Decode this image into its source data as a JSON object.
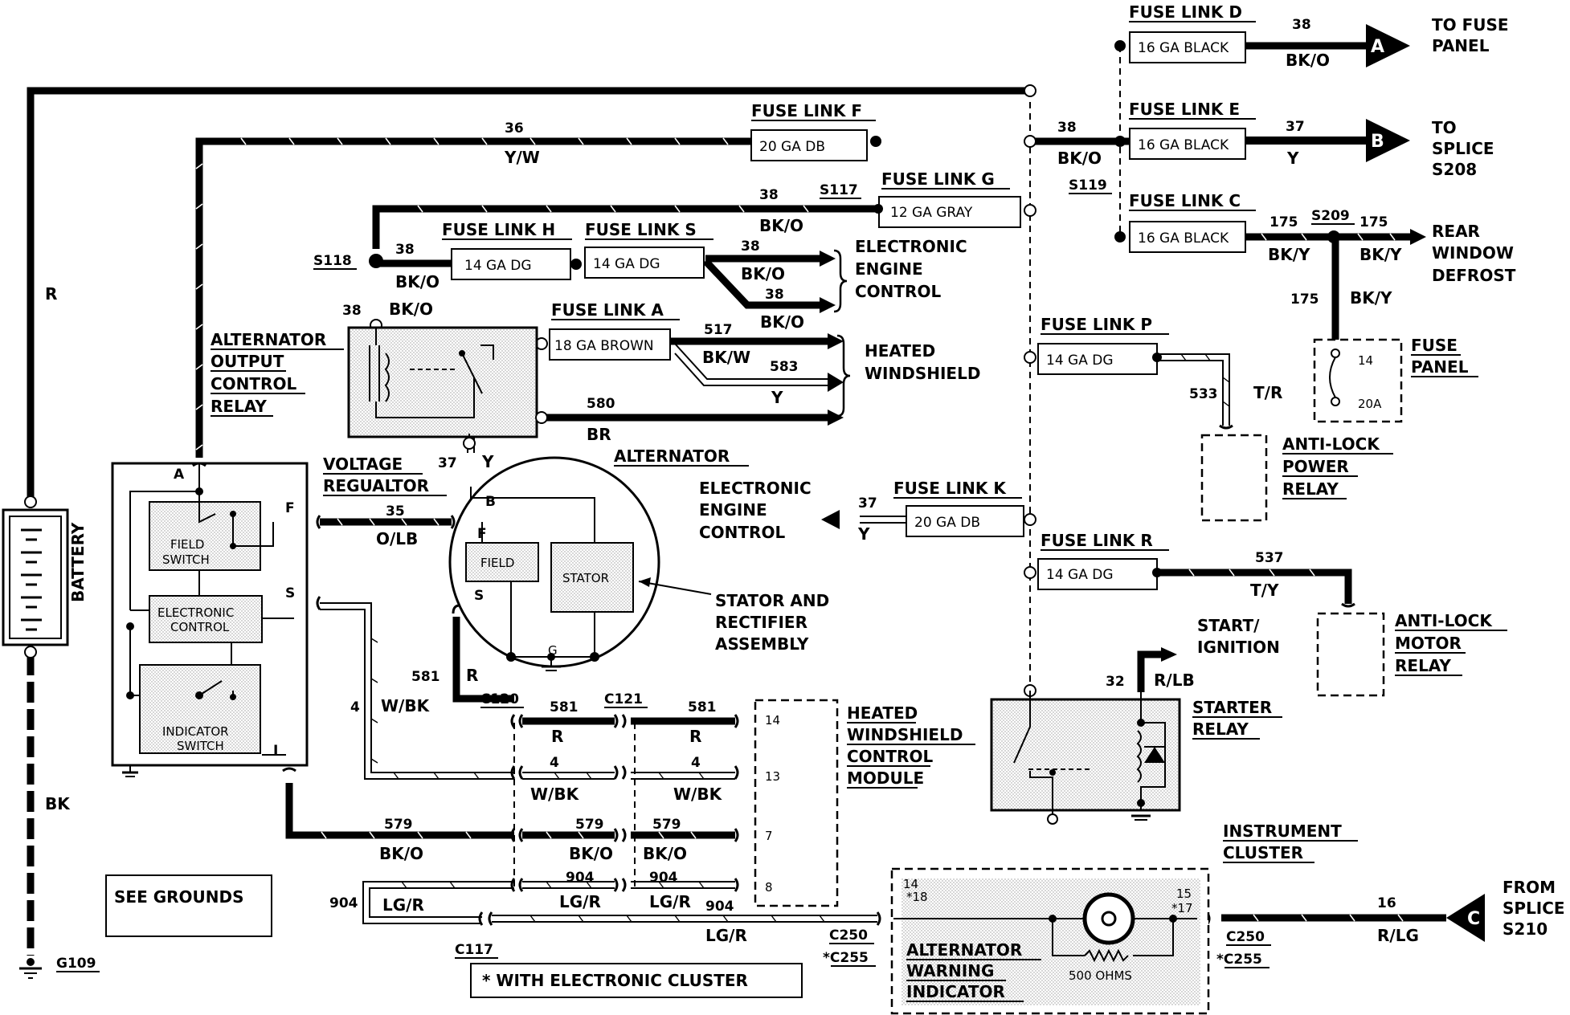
{
  "fuse_links": {
    "d": {
      "title": "FUSE LINK D",
      "rating": "16 GA BLACK"
    },
    "e": {
      "title": "FUSE LINK E",
      "rating": "16 GA BLACK"
    },
    "c": {
      "title": "FUSE LINK C",
      "rating": "16 GA BLACK"
    },
    "f": {
      "title": "FUSE LINK F",
      "rating": "20 GA DB"
    },
    "g": {
      "title": "FUSE LINK G",
      "rating": "12 GA GRAY"
    },
    "h": {
      "title": "FUSE LINK H",
      "rating": "14 GA DG"
    },
    "s": {
      "title": "FUSE LINK S",
      "rating": "14 GA DG"
    },
    "a": {
      "title": "FUSE LINK A",
      "rating": "18 GA BROWN"
    },
    "p": {
      "title": "FUSE LINK P",
      "rating": "14 GA DG"
    },
    "k": {
      "title": "FUSE LINK K",
      "rating": "20 GA DB"
    },
    "r": {
      "title": "FUSE LINK R",
      "rating": "14 GA DG"
    }
  },
  "connectors": {
    "a": {
      "letter": "A",
      "dest": [
        "TO FUSE",
        "PANEL"
      ]
    },
    "b": {
      "letter": "B",
      "dest": [
        "TO",
        "SPLICE",
        "S208"
      ]
    },
    "c": {
      "letter": "C",
      "dest": [
        "FROM",
        "SPLICE",
        "S210"
      ]
    }
  },
  "splices": [
    "S117",
    "S118",
    "S119",
    "S209"
  ],
  "components": {
    "battery": "BATTERY",
    "alt_relay": [
      "ALTERNATOR",
      "OUTPUT",
      "CONTROL",
      "RELAY"
    ],
    "voltage_regulator": [
      "VOLTAGE",
      "REGUALTOR"
    ],
    "field_switch": [
      "FIELD",
      "SWITCH"
    ],
    "electronic_control": [
      "ELECTRONIC",
      "CONTROL"
    ],
    "indicator_switch": [
      "INDICATOR",
      "SWITCH"
    ],
    "alternator": "ALTERNATOR",
    "field": "FIELD",
    "stator": "STATOR",
    "stator_rectifier": [
      "STATOR AND",
      "RECTIFIER",
      "ASSEMBLY"
    ],
    "eec_top": [
      "ELECTRONIC",
      "ENGINE",
      "CONTROL"
    ],
    "eec_mid": [
      "ELECTRONIC",
      "ENGINE",
      "CONTROL"
    ],
    "heated_windshield": [
      "HEATED",
      "WINDSHIELD"
    ],
    "hw_module": [
      "HEATED",
      "WINDSHIELD",
      "CONTROL",
      "MODULE"
    ],
    "rear_defrost": [
      "REAR",
      "WINDOW",
      "DEFROST"
    ],
    "fuse_panel": [
      "FUSE",
      "PANEL"
    ],
    "fuse_14": "14",
    "fuse_20a": "20A",
    "abs_power": [
      "ANTI-LOCK",
      "POWER",
      "RELAY"
    ],
    "abs_motor": [
      "ANTI-LOCK",
      "MOTOR",
      "RELAY"
    ],
    "start_ignition": [
      "START/",
      "IGNITION"
    ],
    "starter_relay": [
      "STARTER",
      "RELAY"
    ],
    "instrument_cluster": [
      "INSTRUMENT",
      "CLUSTER"
    ],
    "warning_indicator": [
      "ALTERNATOR",
      "WARNING",
      "INDICATOR"
    ],
    "resistor": "500 OHMS",
    "see_grounds": "SEE GROUNDS",
    "electronic_cluster_note": "* WITH ELECTRONIC CLUSTER",
    "ground": "G109",
    "term_a": "A",
    "term_f": "F",
    "term_s": "S",
    "term_i": "I",
    "alt_b": "B",
    "alt_f": "F",
    "alt_s": "S",
    "alt_g": "G"
  },
  "connector_ids": {
    "c120": "C120",
    "c121": "C121",
    "c117": "C117",
    "c250": "C250",
    "c255": "*C255",
    "module_pins": [
      "14",
      "13",
      "7",
      "8"
    ],
    "cluster_pin_l": [
      "14",
      "*18"
    ],
    "cluster_pin_r": [
      "15",
      "*17"
    ]
  },
  "wires": {
    "r": "R",
    "bk": "BK",
    "c36": "36",
    "c36_col": "Y/W",
    "c38": "38",
    "c38_col": "BK/O",
    "c37": "37",
    "c37_col": "Y",
    "c175": "175",
    "c175_col": "BK/Y",
    "c517": "517",
    "c517_col": "BK/W",
    "c583": "583",
    "c583_col": "Y",
    "c580": "580",
    "c580_col": "BR",
    "c35": "35",
    "c35_col": "O/LB",
    "c4": "4",
    "c4_col": "W/BK",
    "c581": "581",
    "c581_col": "R",
    "c579": "579",
    "c579_col": "BK/O",
    "c904": "904",
    "c904_col": "LG/R",
    "c533": "533",
    "c533_col": "T/R",
    "c537": "537",
    "c537_col": "T/Y",
    "c32": "32",
    "c32_col": "R/LB",
    "c16": "16",
    "c16_col": "R/LG"
  }
}
